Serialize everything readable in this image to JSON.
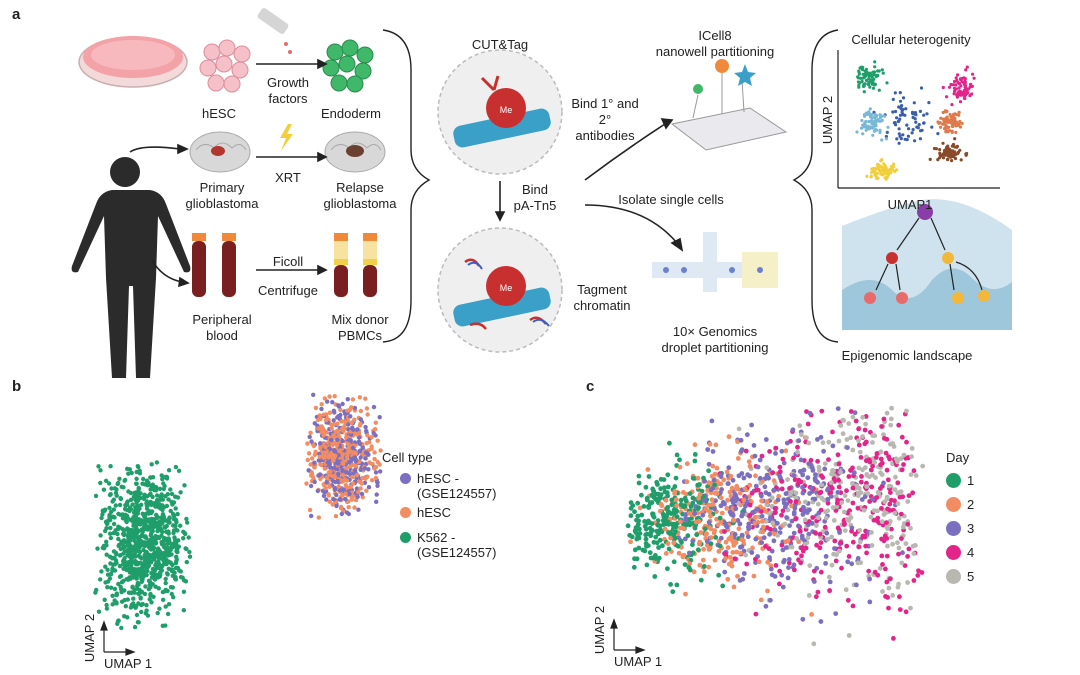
{
  "panel_a": {
    "letter": "a",
    "hesc": "hESC",
    "growth_factors": [
      "Growth",
      "factors"
    ],
    "endoderm": "Endoderm",
    "xrt": "XRT",
    "primary_gbm": [
      "Primary",
      "glioblastoma"
    ],
    "relapse_gbm": [
      "Relapse",
      "glioblastoma"
    ],
    "ficoll": "Ficoll",
    "centrifuge": "Centrifuge",
    "peripheral_blood": [
      "Peripheral",
      "blood"
    ],
    "mix_donor": [
      "Mix donor",
      "PBMCs"
    ],
    "cut_tag": "CUT&Tag",
    "bind_antibodies": [
      "Bind 1° and",
      "2°",
      "antibodies"
    ],
    "bind_tn5": [
      "Bind",
      "pA-Tn5"
    ],
    "tagment": [
      "Tagment",
      "chromatin"
    ],
    "me": "Me",
    "icell8": [
      "ICell8",
      "nanowell partitioning"
    ],
    "isolate": "Isolate single cells",
    "genomics": [
      "10× Genomics",
      "droplet partitioning"
    ],
    "cellular_het": "Cellular heterogenity",
    "umap2": "UMAP 2",
    "umap1": "UMAP1",
    "epigenomic": "Epigenomic landscape"
  },
  "panel_b": {
    "letter": "b",
    "legend_title": "Cell type",
    "axis_x": "UMAP 1",
    "axis_y": "UMAP 2",
    "legend": [
      {
        "label": [
          "hESC -",
          "(GSE124557)"
        ],
        "color": "#7b6fc0"
      },
      {
        "label": [
          "hESC"
        ],
        "color": "#f28c62"
      },
      {
        "label": [
          "K562 -",
          "(GSE124557)"
        ],
        "color": "#1f9e6a"
      }
    ]
  },
  "panel_c": {
    "letter": "c",
    "legend_title": "Day",
    "axis_x": "UMAP 1",
    "axis_y": "UMAP 2",
    "legend": [
      {
        "label": "1",
        "color": "#1f9e6a"
      },
      {
        "label": "2",
        "color": "#f28c62"
      },
      {
        "label": "3",
        "color": "#7b6fc0"
      },
      {
        "label": "4",
        "color": "#e3248a"
      },
      {
        "label": "5",
        "color": "#b8b8b0"
      }
    ]
  }
}
